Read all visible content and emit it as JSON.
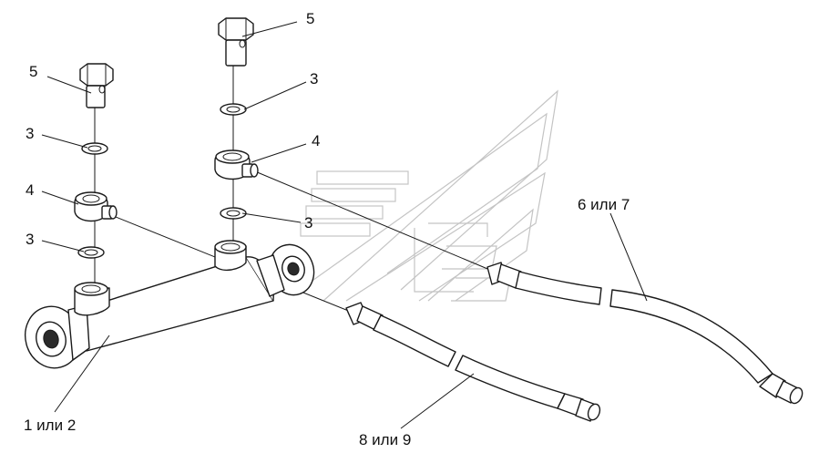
{
  "labels": {
    "bolt_left": "5",
    "bolt_right": "5",
    "washer_left_upper": "3",
    "washer_right_upper": "3",
    "washer_right_lower": "3",
    "washer_left_lower": "3",
    "union_left": "4",
    "union_right": "4",
    "cylinder": "1 или 2",
    "hose_long": "6 или 7",
    "hose_short": "8 или 9"
  },
  "colors": {
    "line": "#1a1a1a",
    "watermark": "#c4c4c4",
    "background": "#ffffff"
  }
}
